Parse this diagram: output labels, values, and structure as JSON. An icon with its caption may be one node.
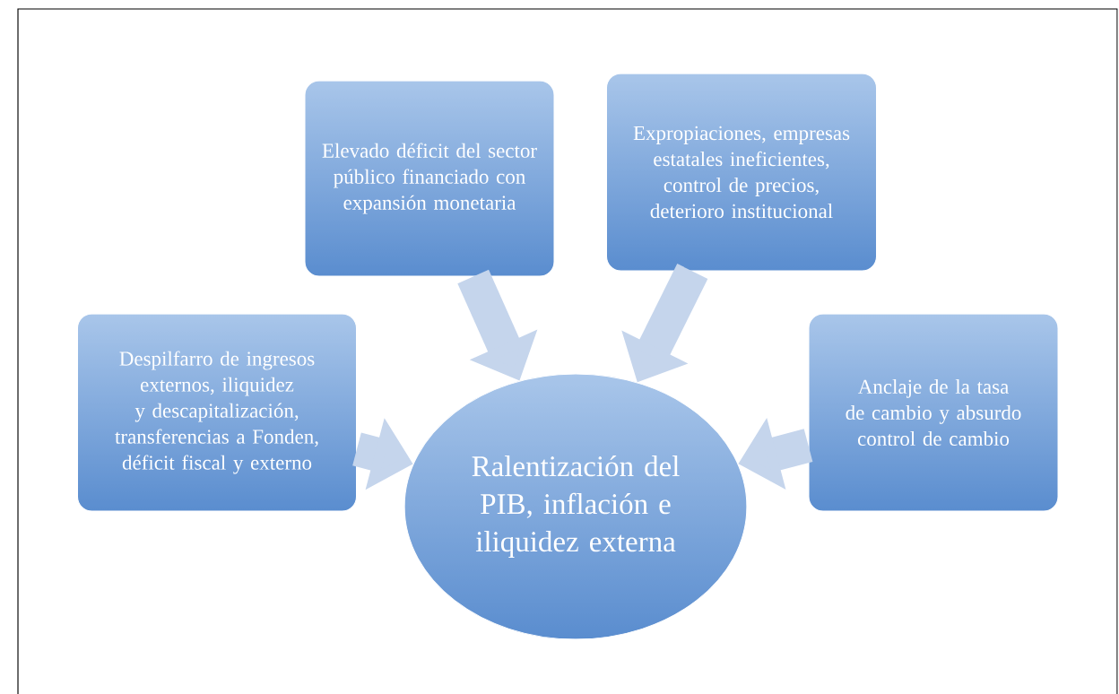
{
  "diagram": {
    "nodes": [
      {
        "text": [
          "Elevado déficit del sector público financiado con expansión monetaria"
        ]
      },
      {
        "text": [
          "Expropiaciones, empresas estatales ineficientes, control de precios, deterioro institucional"
        ]
      },
      {
        "text": [
          "Despilfarro de ingresos externos, iliquidez y descapitalización, transferencias a Fonden, déficit fiscal y externo"
        ]
      },
      {
        "text": [
          "Anclaje de la tasa de cambio y absurdo control de cambio"
        ]
      },
      {
        "text": [
          "Ralentización del PIB, inflación e iliquidez externa"
        ]
      }
    ],
    "edges": [
      {
        "from": 2,
        "to": 4,
        "arrow": "to"
      },
      {
        "from": 0,
        "to": 4,
        "arrow": "to"
      },
      {
        "from": 1,
        "to": 4,
        "arrow": "to"
      },
      {
        "from": 3,
        "to": 4,
        "arrow": "to"
      }
    ]
  }
}
